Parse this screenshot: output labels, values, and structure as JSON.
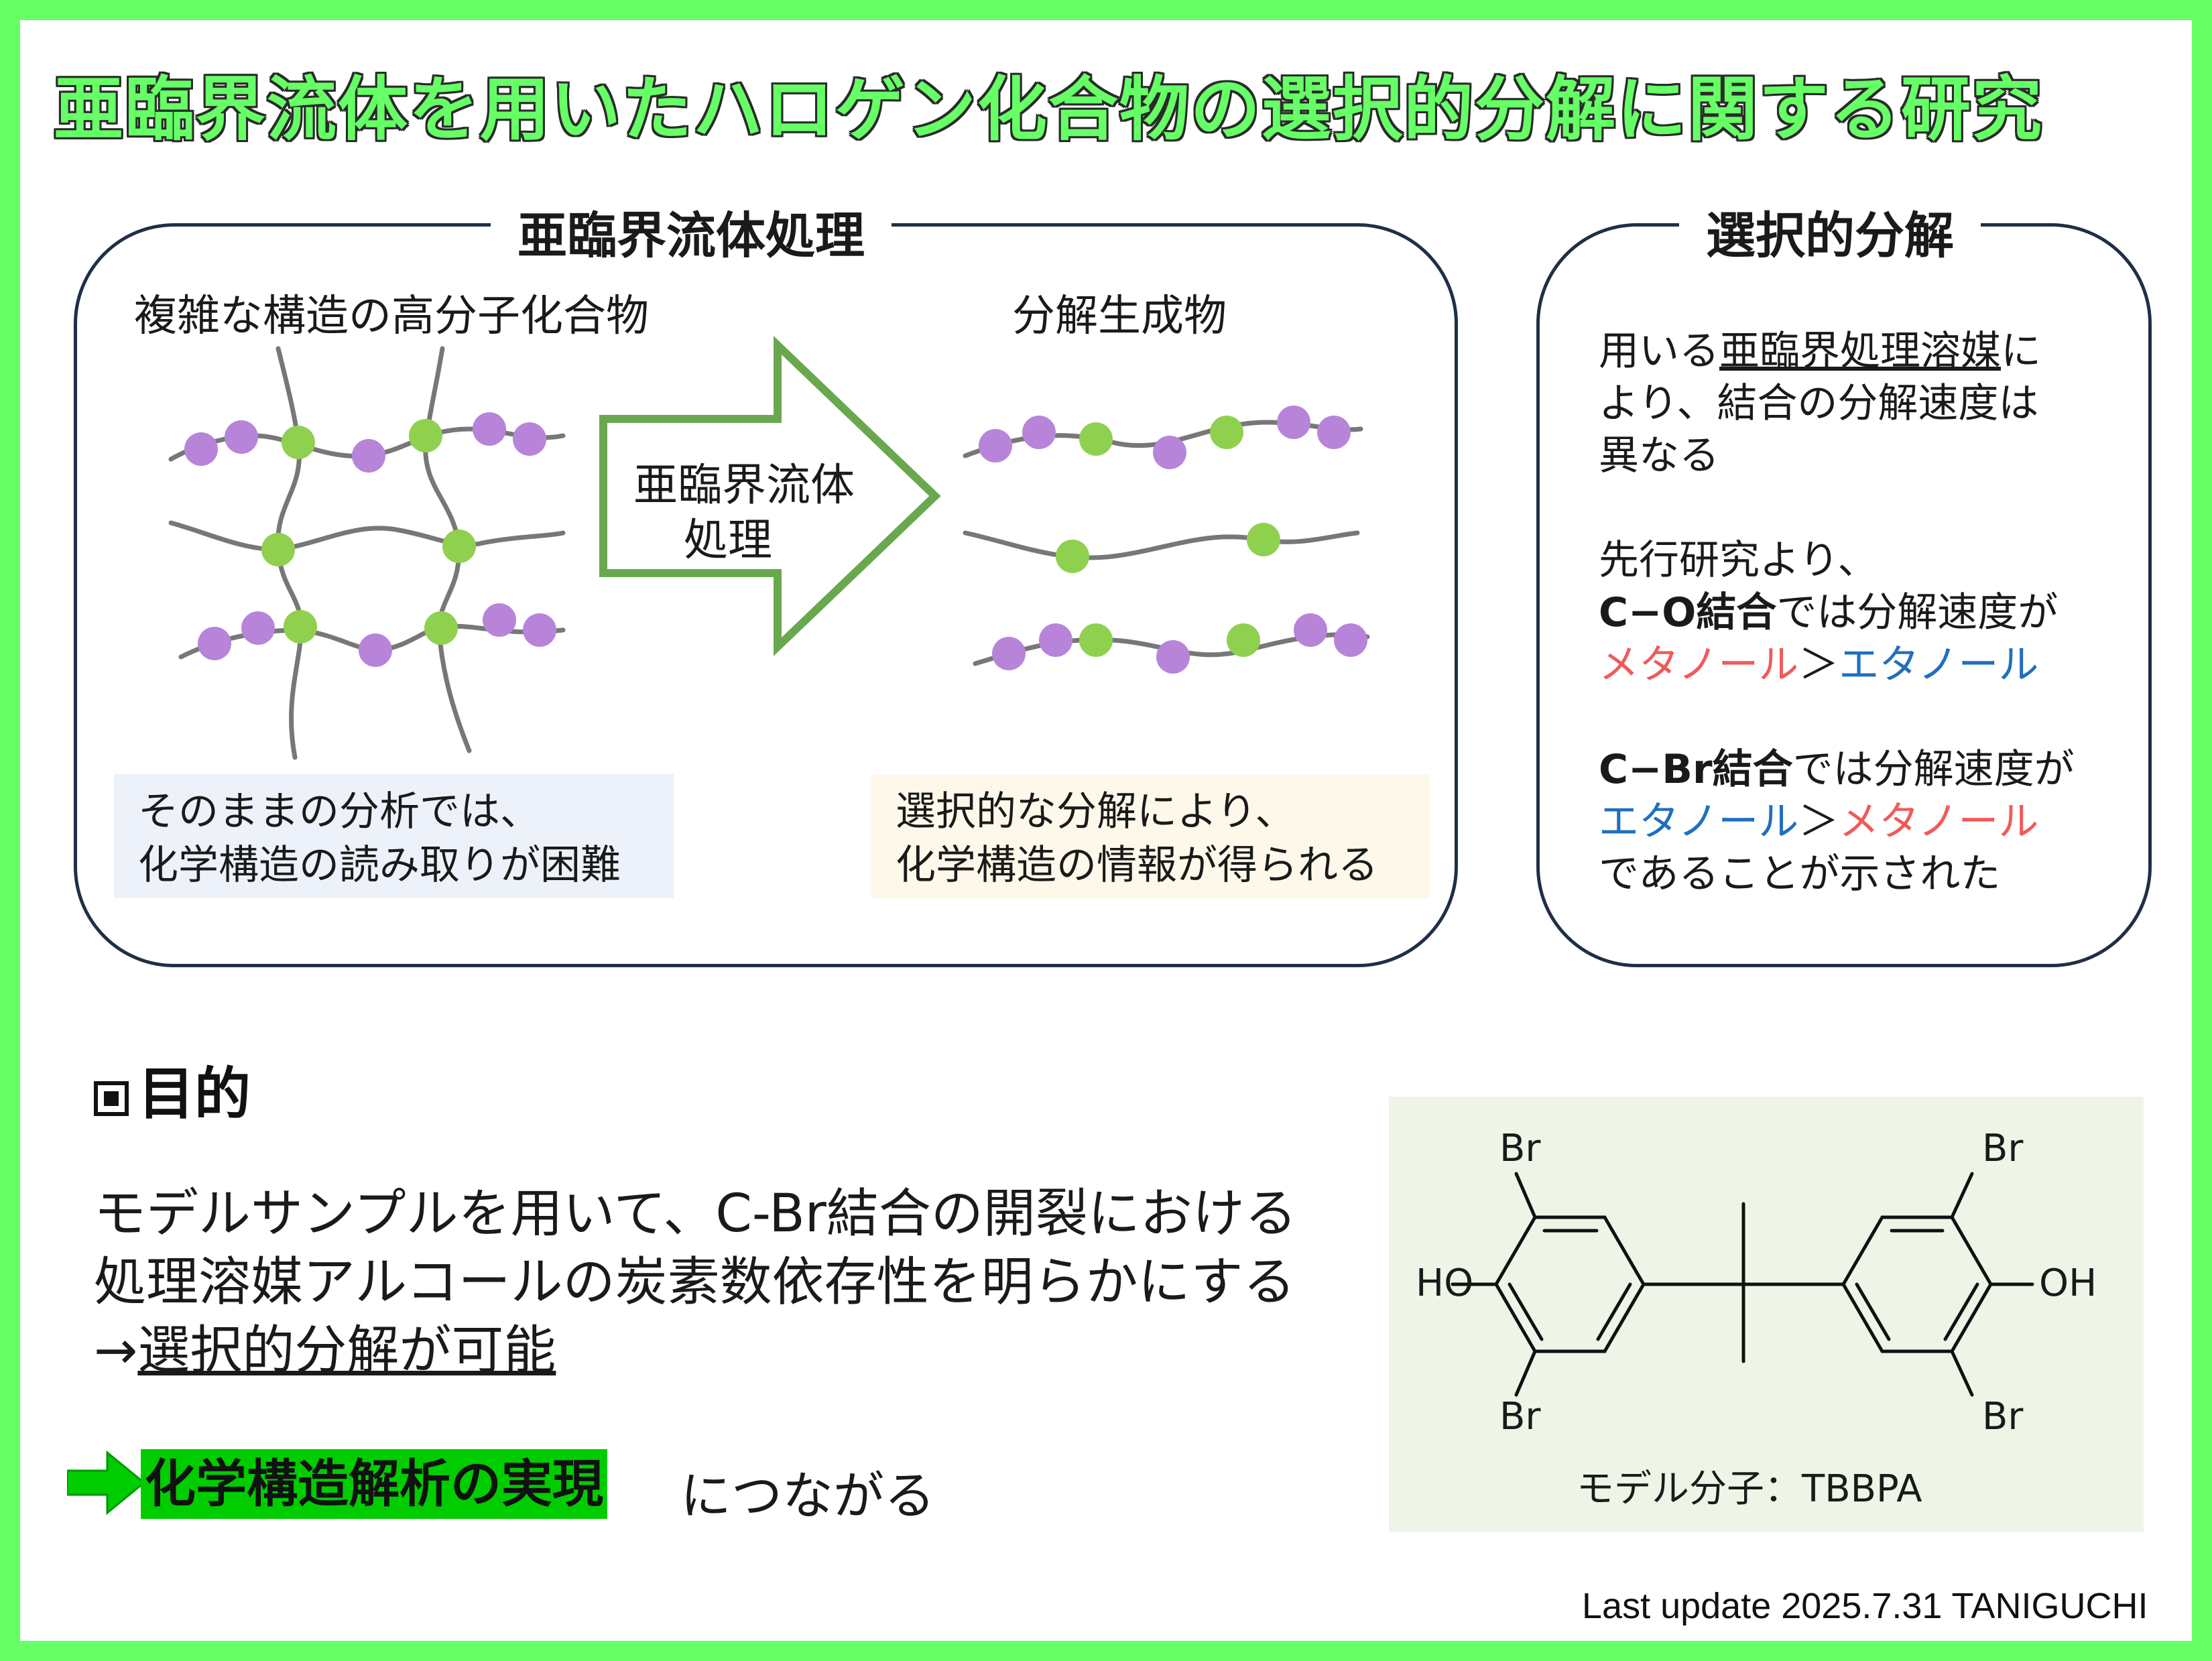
{
  "title": "亜臨界流体を用いたハロゲン化合物の選択的分解に関する研究",
  "left_panel": {
    "heading": "亜臨界流体処理",
    "before_label": "複雑な構造の高分子化合物",
    "after_label": "分解生成物",
    "arrow_line1": "亜臨界流体",
    "arrow_line2": "処理",
    "note_before_line1": "そのままの分析では、",
    "note_before_line2": "化学構造の読み取りが困難",
    "note_after_line1": "選択的な分解により、",
    "note_after_line2": "化学構造の情報が得られる",
    "colors": {
      "purple_bead": "#b784da",
      "green_bead": "#8fd14f",
      "chain": "#777777",
      "arrow": "#6aa84f",
      "note_before_bg": "#edf2fa",
      "note_after_bg": "#fef8ea"
    }
  },
  "right_panel": {
    "heading": "選択的分解",
    "p1_a": "用いる",
    "p1_u": "亜臨界処理溶媒",
    "p1_b": "に",
    "p1_line2": "より、結合の分解速度は",
    "p1_line3": "異なる",
    "p2_line1": "先行研究より、",
    "p2_bond": "C−O結合",
    "p2_rest": "では分解速度が",
    "p2_first": "メタノール",
    "p2_gt": "＞",
    "p2_second": "エタノール",
    "p3_bond": "C−Br結合",
    "p3_rest": "では分解速度が",
    "p3_first": "エタノール",
    "p3_gt": "＞",
    "p3_second": "メタノール",
    "p3_line3": "であることが示された",
    "colors": {
      "methanol": "#f05a5a",
      "ethanol": "#1f6fbf"
    }
  },
  "purpose": {
    "heading": "目的",
    "line1_a": "モデルサンプルを用いて、",
    "line1_b": "C-Br",
    "line1_c": "結合の開裂における",
    "line2": "処理溶媒アルコールの炭素数依存性を明らかにする",
    "line3_arrow": "→",
    "line3_u": "選択的分解が可能",
    "result_highlight": "化学構造解析の実現",
    "result_tail": "につながる",
    "colors": {
      "highlight": "#00cc00"
    }
  },
  "molecule": {
    "br_top_left": "Br",
    "br_top_right": "Br",
    "br_bottom_left": "Br",
    "br_bottom_right": "Br",
    "ho": "HO",
    "oh": "OH",
    "caption_a": "モデル分子：",
    "caption_b": "TBBPA"
  },
  "footer": "Last update 2025.7.31 TANIGUCHI"
}
